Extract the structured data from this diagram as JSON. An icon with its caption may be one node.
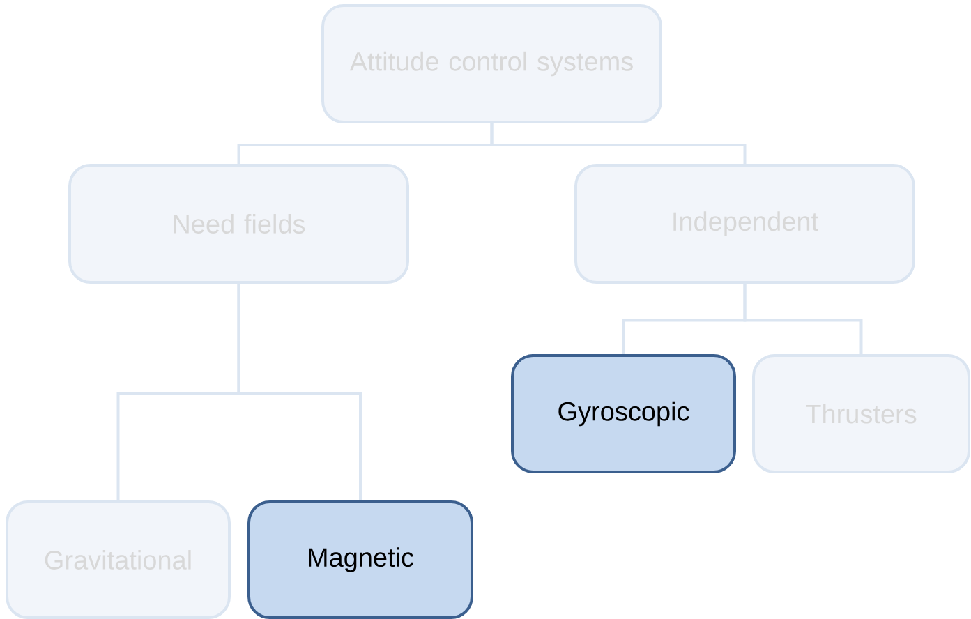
{
  "diagram": {
    "nodes": [
      {
        "text": [
          "Attitude control systems"
        ]
      },
      {
        "text": [
          "Need fields"
        ]
      },
      {
        "text": [
          "Independent"
        ]
      },
      {
        "text": [
          "Gyroscopic"
        ]
      },
      {
        "text": [
          "Thrusters"
        ]
      },
      {
        "text": [
          "Gravitational"
        ]
      },
      {
        "text": [
          "Magnetic"
        ]
      }
    ],
    "edges": [
      {
        "from": 0,
        "to": 1,
        "arrow": "none"
      },
      {
        "from": 0,
        "to": 2,
        "arrow": "none"
      },
      {
        "from": 2,
        "to": 3,
        "arrow": "none"
      },
      {
        "from": 2,
        "to": 4,
        "arrow": "none"
      },
      {
        "from": 1,
        "to": 5,
        "arrow": "none"
      },
      {
        "from": 1,
        "to": 6,
        "arrow": "none"
      }
    ]
  }
}
